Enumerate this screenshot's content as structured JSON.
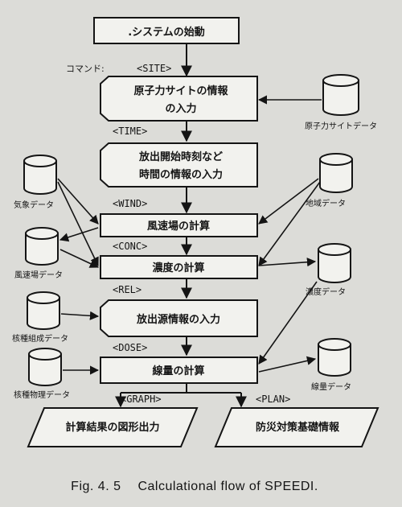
{
  "start_box": ".システムの始動",
  "command_prefix": "コマンド:",
  "commands": {
    "site": "<SITE>",
    "time": "<TIME>",
    "wind": "<WIND>",
    "conc": "<CONC>",
    "rel": "<REL>",
    "dose": "<DOSE>",
    "graph": "<GRAPH>",
    "plan": "<PLAN>"
  },
  "process_boxes": {
    "site_input_line1": "原子力サイトの情報",
    "site_input_line2": "の入力",
    "time_input_line1": "放出開始時刻など",
    "time_input_line2": "時間の情報の入力",
    "wind_calc": "風速場の計算",
    "conc_calc": "濃度の計算",
    "release_input": "放出源情報の入力",
    "dose_calc": "線量の計算"
  },
  "outputs": {
    "graph_output": "計算結果の図形出力",
    "plan_info": "防災対策基礎情報"
  },
  "data_stores": {
    "site_data": "原子力サイトデータ",
    "weather_data": "気象データ",
    "region_data": "地域データ",
    "wind_field_data": "風速場データ",
    "conc_data": "濃度データ",
    "nuclide_data": "核種組成データ",
    "nuclear_physics_data": "核種物理データ",
    "dose_data": "線量データ"
  },
  "caption": {
    "figure_number": "Fig. 4. 5",
    "title": "Calculational flow of SPEEDI."
  }
}
